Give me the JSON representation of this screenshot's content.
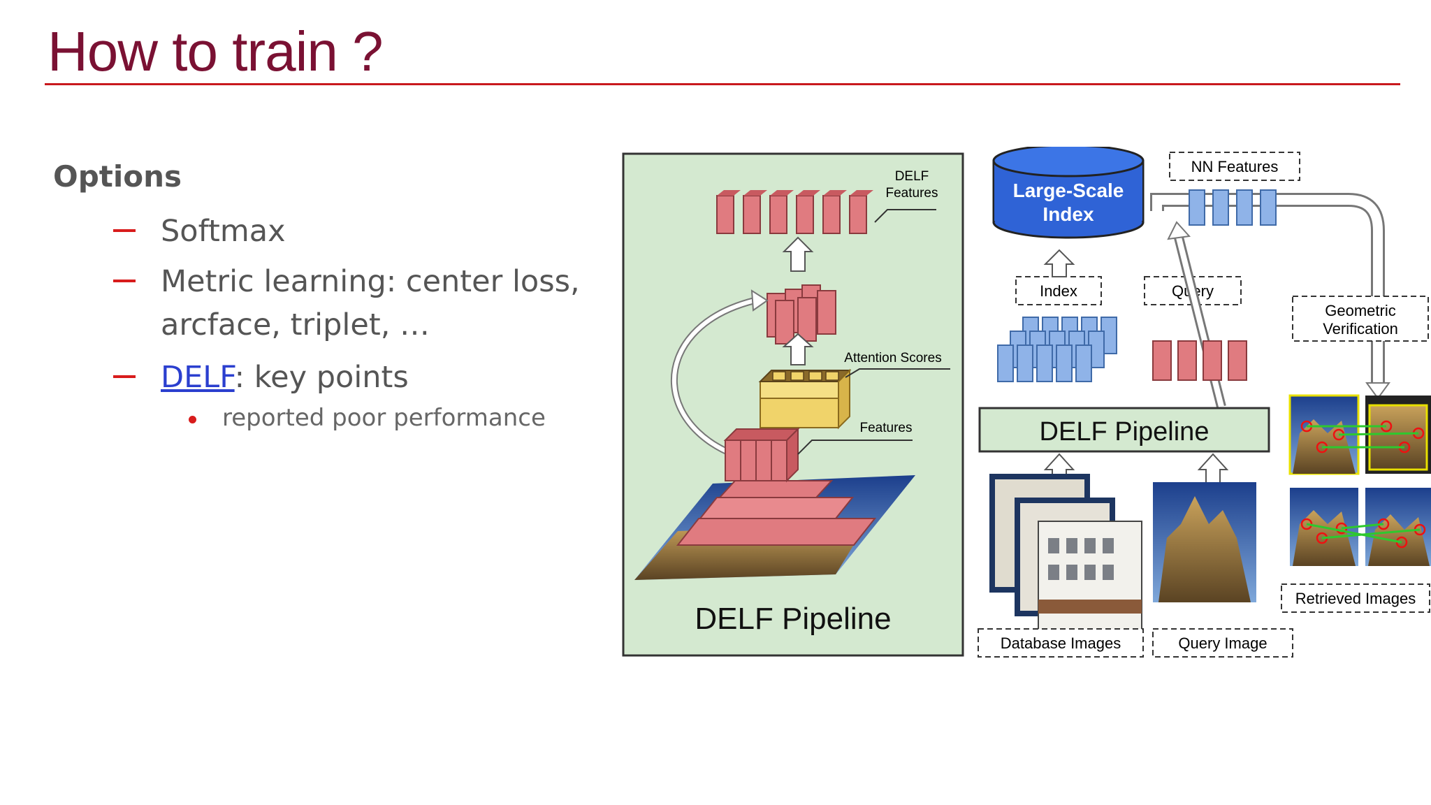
{
  "slide": {
    "title": "How to train ?",
    "heading": "Options",
    "bullets": [
      {
        "text": "Softmax"
      },
      {
        "text_line1": "Metric learning: center loss,",
        "text_line2": "arcface, triplet, …"
      },
      {
        "link": "DELF",
        "rest": ": key points"
      }
    ],
    "sub_bullet": "reported poor performance"
  },
  "diagram": {
    "left_panel": {
      "delf_features": "DELF\nFeatures",
      "delf_features_line1": "DELF",
      "delf_features_line2": "Features",
      "attention_scores": "Attention Scores",
      "features": "Features",
      "pipeline": "DELF Pipeline"
    },
    "right_panel": {
      "index_title_line1": "Large-Scale",
      "index_title_line2": "Index",
      "nn_features": "NN Features",
      "index": "Index",
      "query": "Query",
      "geometric_line1": "Geometric",
      "geometric_line2": "Verification",
      "pipeline": "DELF Pipeline",
      "database_images": "Database Images",
      "query_image": "Query Image",
      "retrieved_images": "Retrieved Images"
    }
  },
  "colors": {
    "title": "#7a1133",
    "rule": "#c8181d",
    "bullet_dash": "#d81c1c",
    "link": "#2b3fcf",
    "panel_bg": "#d4e9d0",
    "feature_red": "#e07b80",
    "feature_blue": "#8fb3e8",
    "index_blue": "#2f63d6",
    "attention_yellow": "#f0d36a"
  }
}
